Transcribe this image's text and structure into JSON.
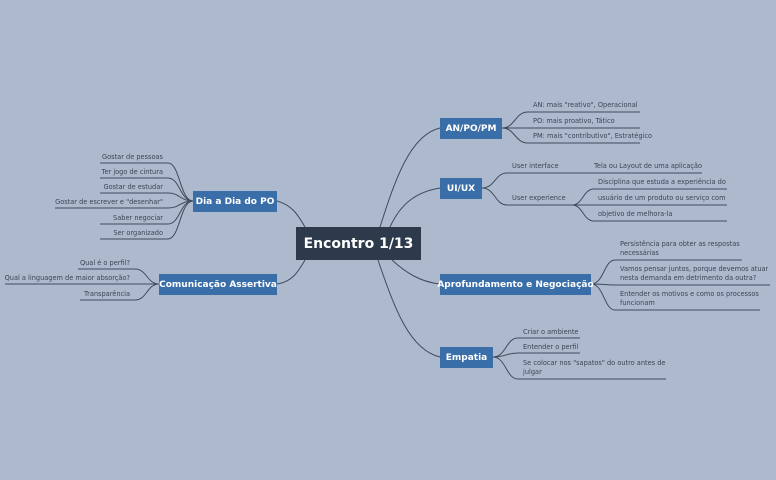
{
  "canvas": {
    "background": "#adbace",
    "line_color": "#3f4b5c",
    "node_color": "#3a6ea8",
    "central_color": "#2c3a4b"
  },
  "central": {
    "label": "Encontro 1/13"
  },
  "topics": {
    "an_po_pm": {
      "label": "AN/PO/PM",
      "items": [
        "AN: mais \"reativo\", Operacional",
        "PO: mais proativo, Tático",
        "PM: mais \"contributivo\", Estratégico"
      ]
    },
    "ui_ux": {
      "label": "UI/UX",
      "user_interface": {
        "label": "User interface",
        "detail": "Tela ou Layout de uma aplicação"
      },
      "user_experience": {
        "label": "User experience",
        "details": [
          "Disciplina que estuda a experiência do",
          "usuário de um produto ou serviço com",
          "objetivo de melhora-la"
        ]
      }
    },
    "aprofundamento": {
      "label": "Aprofundamento e Negociação",
      "items": [
        [
          "Persistência para obter as respostas",
          "necessárias"
        ],
        [
          "Vamos pensar juntos, porque devemos atuar",
          "nesta demanda em detrimento da outra?"
        ],
        [
          "Entender os motivos e como os processos",
          "funcionam"
        ]
      ]
    },
    "empatia": {
      "label": "Empatia",
      "items": [
        [
          "Criar o ambiente"
        ],
        [
          "Entender o perfil"
        ],
        [
          "Se colocar nos \"sapatos\" do outro antes de",
          "julgar"
        ]
      ]
    },
    "dia_a_dia": {
      "label": "Dia a Dia do PO",
      "items": [
        "Gostar de pessoas",
        "Ter jogo de cintura",
        "Gostar de estudar",
        "Gostar de escrever e \"desenhar\"",
        "Saber negociar",
        "Ser organizado"
      ]
    },
    "comunicacao": {
      "label": "Comunicação Assertiva",
      "items": [
        "Qual é o perfil?",
        "Qual a linguagem de maior absorção?",
        "Transparência"
      ]
    }
  }
}
